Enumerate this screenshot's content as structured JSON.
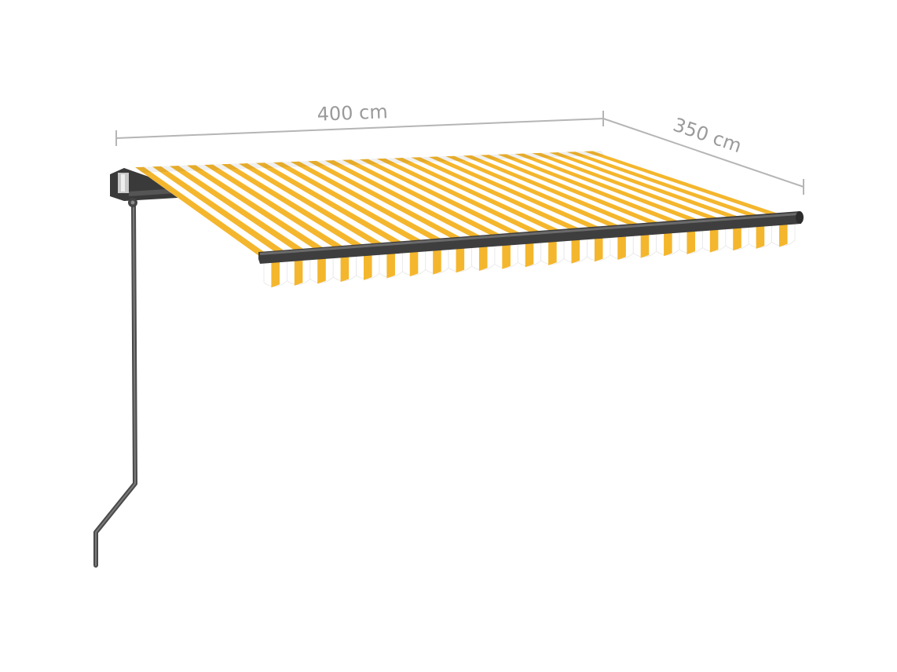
{
  "dimensions": {
    "width_label": "400 cm",
    "depth_label": "350 cm"
  },
  "colors": {
    "stripe_yellow": "#f4b62d",
    "stripe_white": "#ffffff",
    "bar_dark": "#3e3e3e",
    "dimension_line": "#b5b5b5",
    "dimension_text": "#9a9a9a"
  },
  "stripes": {
    "count": 54
  },
  "valance": {
    "tabs": 23
  }
}
